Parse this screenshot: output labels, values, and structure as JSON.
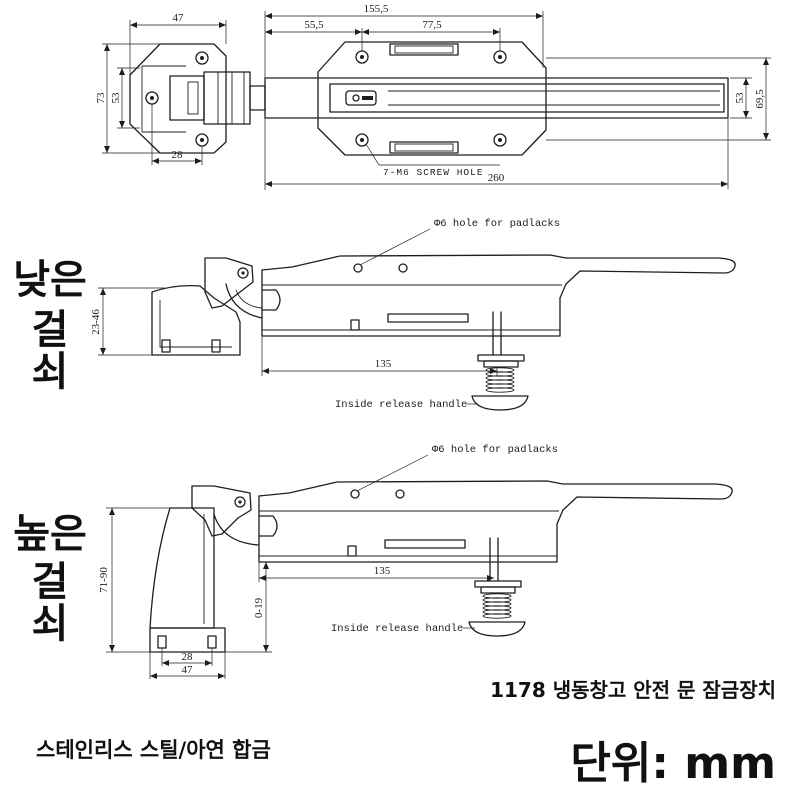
{
  "colors": {
    "line": "#1e1e1e",
    "background": "#ffffff",
    "text": "#111111"
  },
  "top_view": {
    "dim_keeper_width": "47",
    "dim_body_length": "155,5",
    "dim_first_hole": "55,5",
    "dim_hole_spacing": "77,5",
    "dim_keeper_height_outer": "73",
    "dim_keeper_height_inner": "53",
    "dim_keeper_hole_spacing": "28",
    "dim_bar_height": "53",
    "dim_body_height": "69,5",
    "screw_hole_note": "7-M6 SCREW HOLE",
    "dim_total_length": "260"
  },
  "low_keeper_view": {
    "label_lines": [
      "낮은",
      "걸",
      "쇠"
    ],
    "padlock_note": "Φ6 hole for padlacks",
    "dim_keeper_height": "23-46",
    "dim_release_offset": "135",
    "release_note": "Inside release handle"
  },
  "high_keeper_view": {
    "label_lines": [
      "높은",
      "걸",
      "쇠"
    ],
    "padlock_note": "Φ6 hole for padlacks",
    "dim_keeper_height": "71-90",
    "dim_gap": "0-19",
    "dim_release_offset": "135",
    "dim_base_hole_spacing": "28",
    "dim_base_width": "47",
    "release_note": "Inside release handle"
  },
  "footer": {
    "product_title": "1178 냉동창고 안전 문 잠금장치",
    "material": "스테인리스 스틸/아연 합금",
    "unit": "단위: mm"
  }
}
